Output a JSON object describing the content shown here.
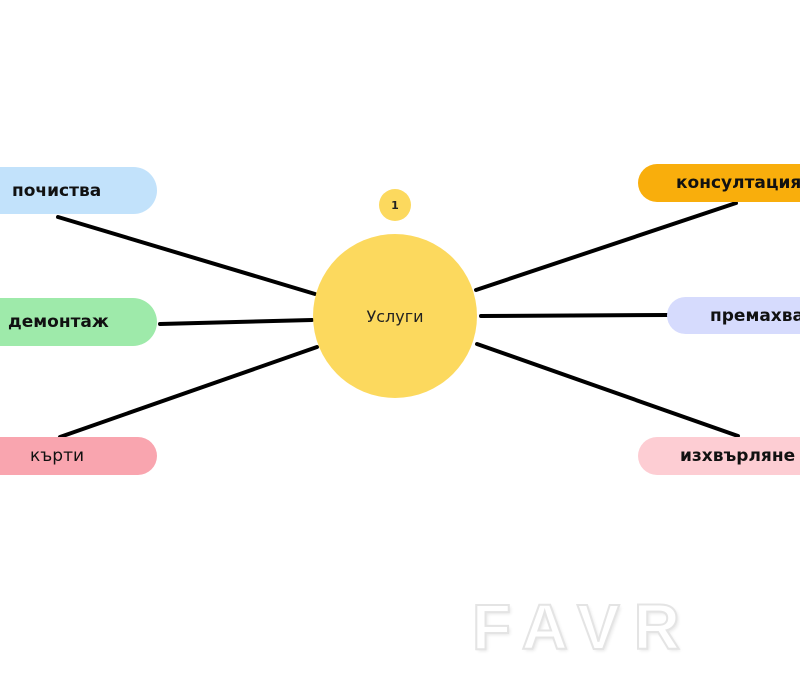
{
  "center": {
    "label": "Услуги",
    "badge": "1"
  },
  "nodes": {
    "left": [
      {
        "label": "почиства",
        "color": "#c2e2fb"
      },
      {
        "label": "демонтаж",
        "color": "#9eeaaa"
      },
      {
        "label": "кърти",
        "color": "#f9a5af"
      }
    ],
    "right": [
      {
        "label": "консултация",
        "color": "#f9ae0c"
      },
      {
        "label": "премахва",
        "color": "#d6dbfd"
      },
      {
        "label": "изхвърляне",
        "color": "#fdcdd3"
      }
    ]
  },
  "watermark": "FAVR"
}
